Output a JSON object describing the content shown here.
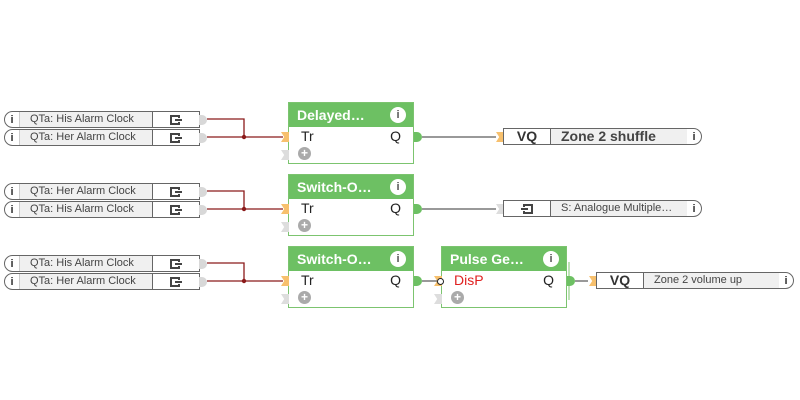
{
  "groups": [
    {
      "inputs": [
        "QTa: His Alarm Clock",
        "QTa: Her Alarm Clock"
      ],
      "block": {
        "title": "Delayed…",
        "input": "Tr",
        "output": "Q"
      },
      "output": {
        "kind": "VQ",
        "label": "Zone 2 shuffle"
      }
    },
    {
      "inputs": [
        "QTa: Her Alarm Clock",
        "QTa: His Alarm Clock"
      ],
      "block": {
        "title": "Switch-O…",
        "input": "Tr",
        "output": "Q"
      },
      "output": {
        "kind": "",
        "label": "S: Analogue Multiple…"
      }
    },
    {
      "inputs": [
        "QTa: His Alarm Clock",
        "QTa: Her Alarm Clock"
      ],
      "block": {
        "title": "Switch-O…",
        "input": "Tr",
        "output": "Q"
      },
      "block2": {
        "title": "Pulse Ge…",
        "input": "DisP",
        "output": "Q"
      },
      "output": {
        "kind": "VQ",
        "label": "Zone 2 volume up"
      }
    }
  ],
  "icons": {
    "info": "i",
    "add": "+"
  },
  "colors": {
    "block_header": "#6dc063",
    "wire": "#8b1a1a",
    "negated_input": "#e02020"
  }
}
